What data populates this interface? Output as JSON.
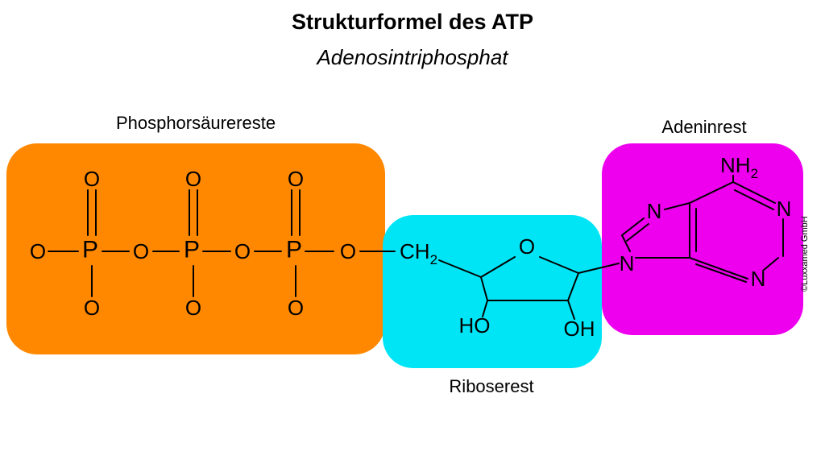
{
  "header": {
    "title": "Strukturformel des ATP",
    "subtitle": "Adenosintriphosphat"
  },
  "groups": {
    "phosphate": {
      "label": "Phosphorsäurereste",
      "color": "#ff8800"
    },
    "ribose": {
      "label": "Riboserest",
      "color": "#00e5f5"
    },
    "adenine": {
      "label": "Adeninrest",
      "color": "#ee00ee"
    }
  },
  "atoms": {
    "oxygen": "O",
    "phosphorus": "P",
    "nitrogen": "N",
    "ch2": "CH",
    "ch2_sub": "2",
    "nh2": "NH",
    "nh2_sub": "2",
    "hydroxyl": "HO",
    "hydroxyl_right": "OH"
  },
  "copyright": "©Luxxamed GmbH"
}
